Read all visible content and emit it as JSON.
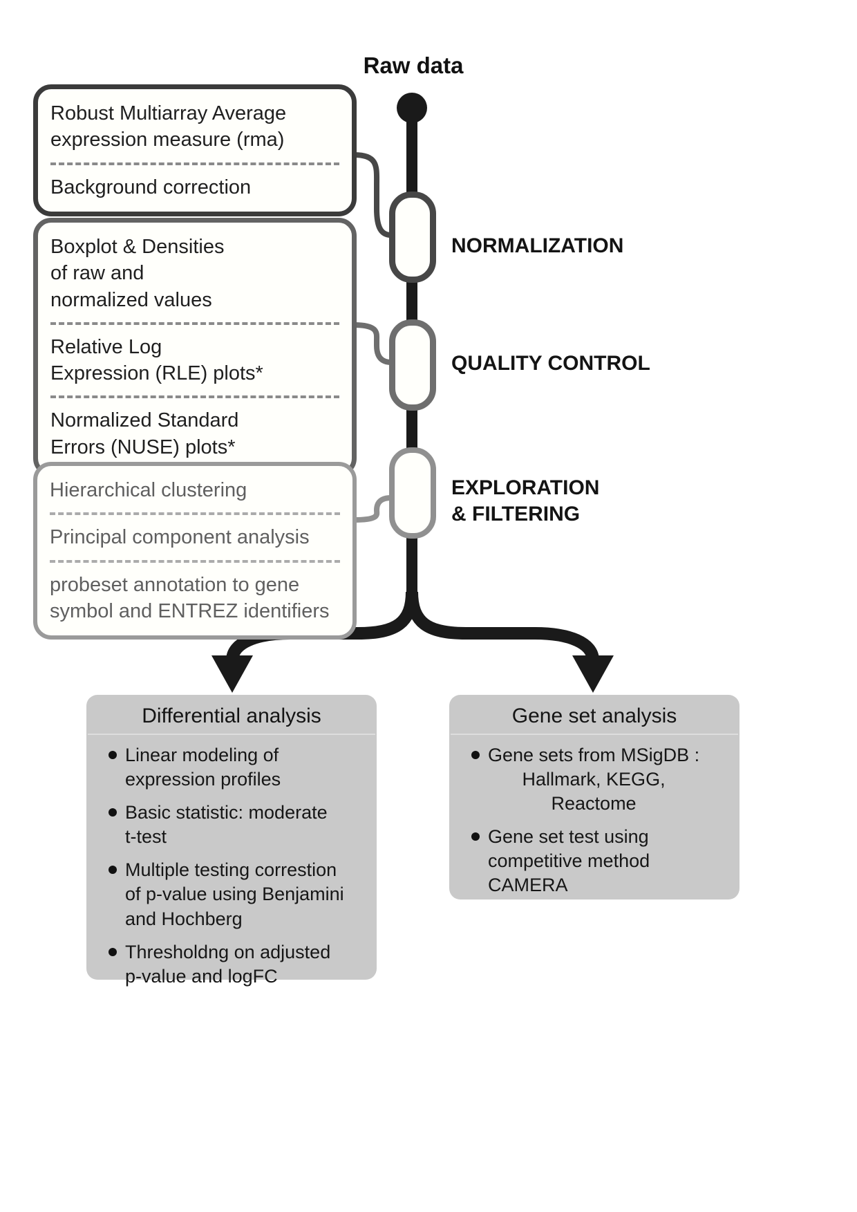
{
  "diagram": {
    "root_label": "Raw data",
    "colors": {
      "trunk": "#1a1a1a",
      "box1_border": "#3b3b3b",
      "box2_border": "#636363",
      "box3_border": "#9a9a9a",
      "result_bg": "#c9c9c9"
    },
    "stages": [
      {
        "label": "NORMALIZATION"
      },
      {
        "label": "QUALITY CONTROL"
      },
      {
        "label": "EXPLORATION\n& FILTERING"
      }
    ],
    "step_boxes": [
      {
        "items": [
          "Robust Multiarray Average\nexpression measure (rma)",
          "Background correction"
        ]
      },
      {
        "items": [
          "Boxplot & Densities\nof raw and\nnormalized values",
          "Relative Log\nExpression (RLE) plots*",
          "Normalized Standard\nErrors (NUSE) plots*"
        ]
      },
      {
        "items": [
          "Hierarchical clustering",
          "Principal component analysis",
          "probeset annotation to gene\nsymbol and ENTREZ identifiers"
        ]
      }
    ],
    "result_boxes": [
      {
        "title": "Differential analysis",
        "bullets": [
          "Linear modeling of\nexpression profiles",
          "Basic statistic: moderate\nt-test",
          "Multiple testing correstion\nof p-value using Benjamini\nand Hochberg",
          "Thresholdng on adjusted\np-value and logFC"
        ]
      },
      {
        "title": "Gene set analysis",
        "bullets": [
          "Gene sets from MSigDB :\nHallmark, KEGG,\nReactome",
          "Gene set test using\ncompetitive method\nCAMERA"
        ]
      }
    ]
  }
}
